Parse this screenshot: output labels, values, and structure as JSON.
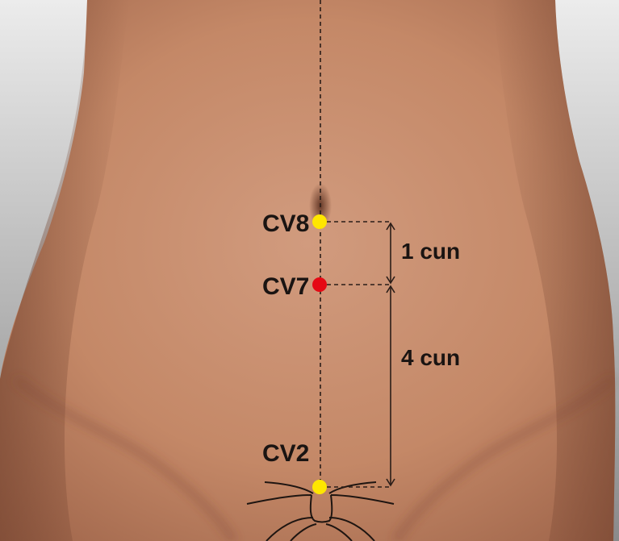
{
  "points": [
    {
      "id": "cv8",
      "label": "CV8",
      "color": "#ffe600"
    },
    {
      "id": "cv7",
      "label": "CV7",
      "color": "#e50914"
    },
    {
      "id": "cv2",
      "label": "CV2",
      "color": "#ffe600"
    }
  ],
  "measurements": [
    {
      "text": "1 cun",
      "from": "CV8",
      "to": "CV7"
    },
    {
      "text": "4 cun",
      "from": "CV7",
      "to": "CV2"
    }
  ],
  "colors": {
    "skin": "#c98d6f",
    "background_light": "#e9e9e9",
    "background_dark": "#8e8e8e",
    "line": "#2a1d18"
  }
}
